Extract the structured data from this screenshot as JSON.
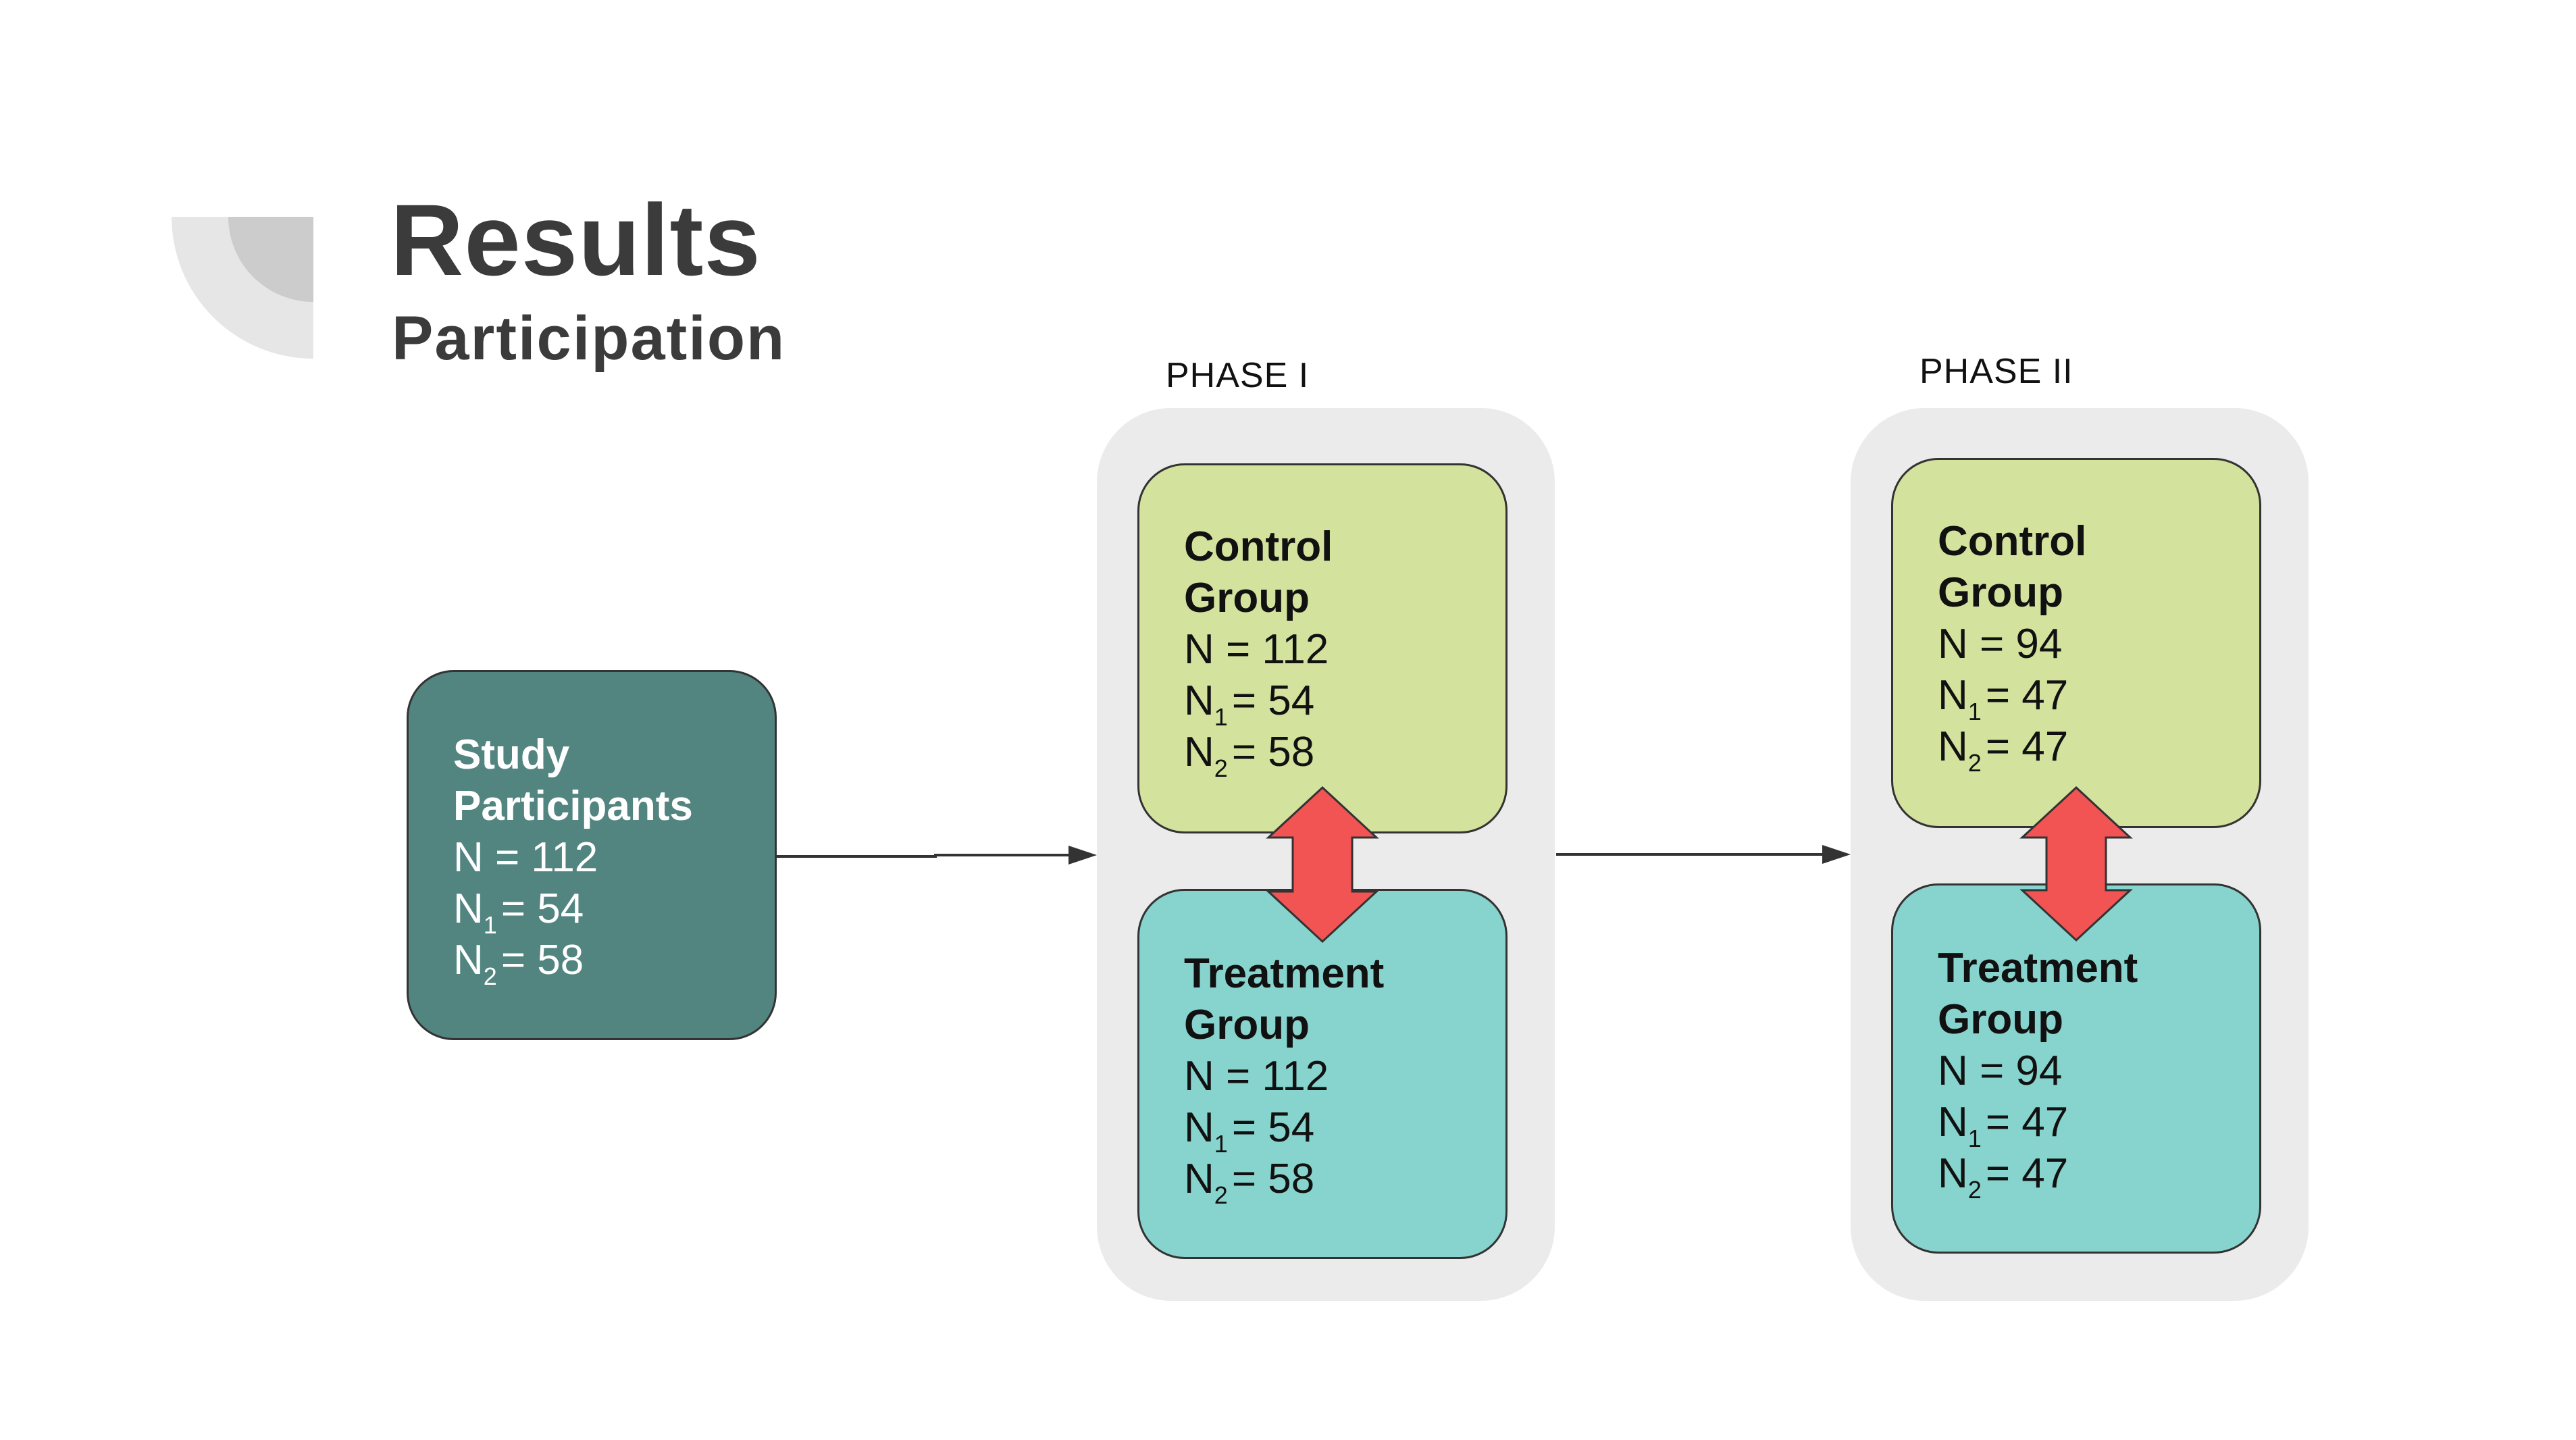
{
  "header": {
    "title": "Results",
    "subtitle": "Participation"
  },
  "phases": [
    {
      "label": "PHASE I",
      "control": {
        "title_1": "Control",
        "title_2": "Group",
        "n": "N = 112",
        "n1_sub": "1",
        "n1_val": "= 54",
        "n2_sub": "2",
        "n2_val": "= 58"
      },
      "treatment": {
        "title_1": "Treatment",
        "title_2": "Group",
        "n": "N = 112",
        "n1_sub": "1",
        "n1_val": "= 54",
        "n2_sub": "2",
        "n2_val": "= 58"
      }
    },
    {
      "label": "PHASE II",
      "control": {
        "title_1": "Control",
        "title_2": "Group",
        "n": "N = 94",
        "n1_sub": "1",
        "n1_val": "= 47",
        "n2_sub": "2",
        "n2_val": "= 47"
      },
      "treatment": {
        "title_1": "Treatment",
        "title_2": "Group",
        "n": "N = 94",
        "n1_sub": "1",
        "n1_val": "= 47",
        "n2_sub": "2",
        "n2_val": "= 47"
      }
    }
  ],
  "study": {
    "title_1": "Study",
    "title_2": "Participants",
    "n": "N = 112",
    "n1_sub": "1",
    "n1_val": "= 54",
    "n2_sub": "2",
    "n2_val": "= 58"
  },
  "colors": {
    "study": "#528580",
    "control": "#d3e29d",
    "treatment": "#87d3cd",
    "double_arrow": "#f25353",
    "phase_bg": "#ebebeb"
  }
}
